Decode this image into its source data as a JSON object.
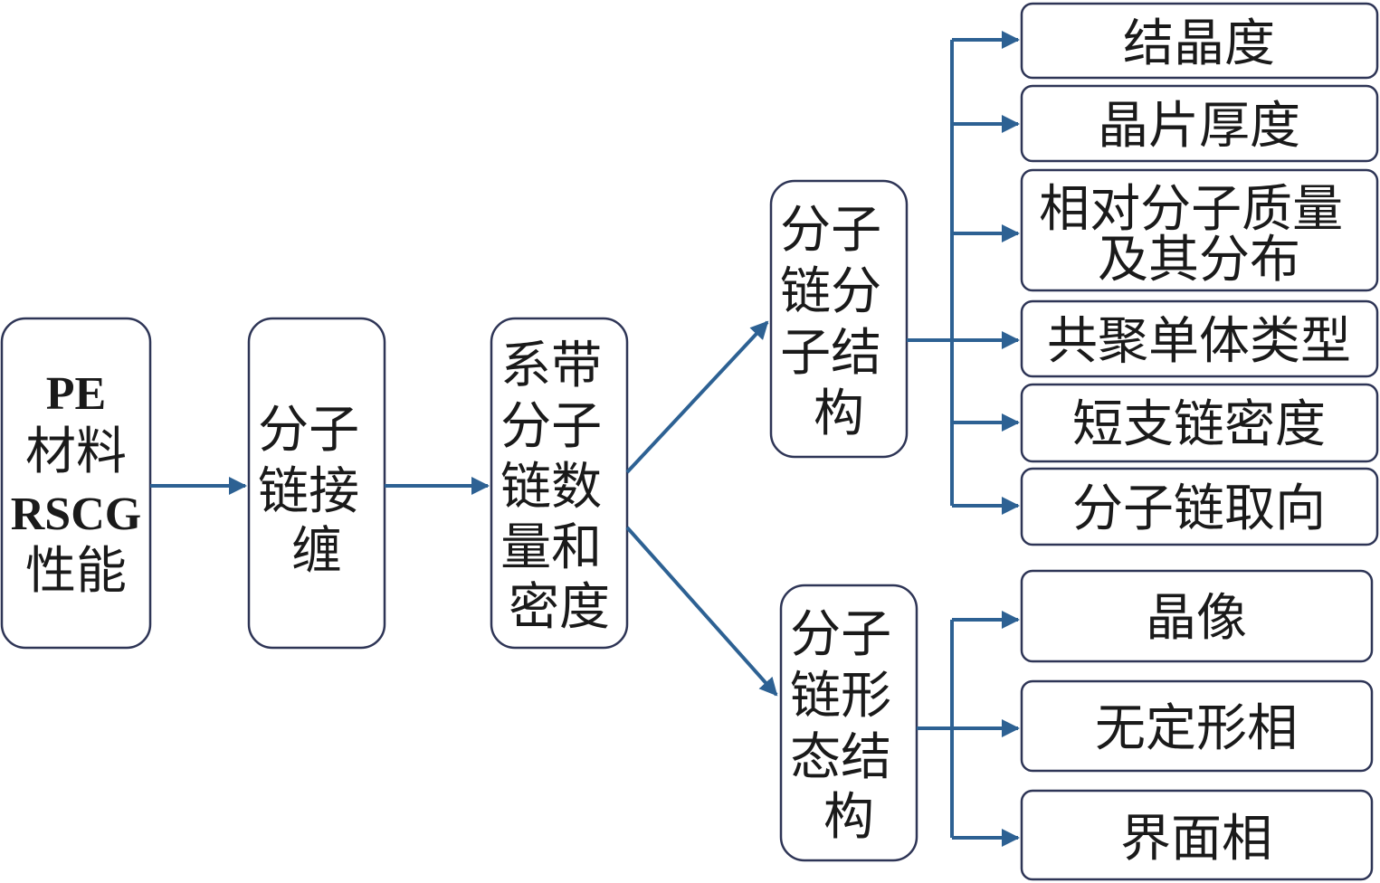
{
  "diagram": {
    "nodes": {
      "pe_rscg": {
        "lines": [
          "PE",
          "材料",
          "RSCG",
          "性能"
        ]
      },
      "entanglement": {
        "lines": [
          "分子",
          "链接",
          "缠"
        ]
      },
      "tie_chain": {
        "lines": [
          "系带",
          "分子",
          "链数",
          "量和",
          "密度"
        ]
      },
      "molecular_structure": {
        "lines": [
          "分子",
          "链分",
          "子结",
          "构"
        ]
      },
      "morphology_structure": {
        "lines": [
          "分子",
          "链形",
          "态结",
          "构"
        ]
      }
    },
    "molecular_factors": [
      {
        "lines": [
          "结晶度"
        ]
      },
      {
        "lines": [
          "晶片厚度"
        ]
      },
      {
        "lines": [
          "相对分子质量",
          "及其分布"
        ]
      },
      {
        "lines": [
          "共聚单体类型"
        ]
      },
      {
        "lines": [
          "短支链密度"
        ]
      },
      {
        "lines": [
          "分子链取向"
        ]
      }
    ],
    "morphology_factors": [
      {
        "lines": [
          "晶像"
        ]
      },
      {
        "lines": [
          "无定形相"
        ]
      },
      {
        "lines": [
          "界面相"
        ]
      }
    ],
    "colors": {
      "connector": "#2d6193",
      "box_border": "#2e3556",
      "text": "#1a1a1a"
    }
  }
}
